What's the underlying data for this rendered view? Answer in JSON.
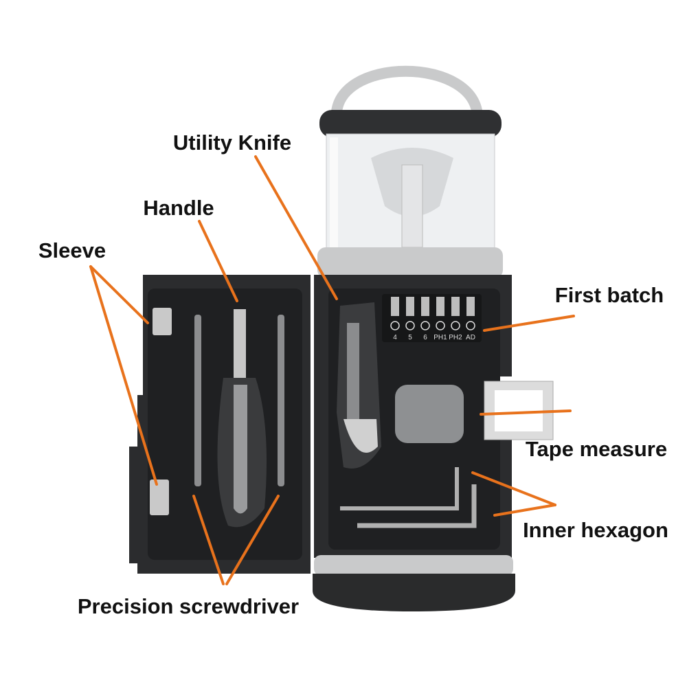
{
  "labels": {
    "utility_knife": "Utility Knife",
    "handle": "Handle",
    "sleeve": "Sleeve",
    "first_batch": "First batch",
    "tape_measure": "Tape measure",
    "inner_hexagon": "Inner hexagon",
    "precision_screwdriver": "Precision screwdriver"
  },
  "bit_labels": [
    "4",
    "5",
    "6",
    "PH1",
    "PH2",
    "AD"
  ],
  "colors": {
    "leader": "#e8721c",
    "case": "#2b2c2e",
    "lantern_gray": "#c9cacb"
  }
}
